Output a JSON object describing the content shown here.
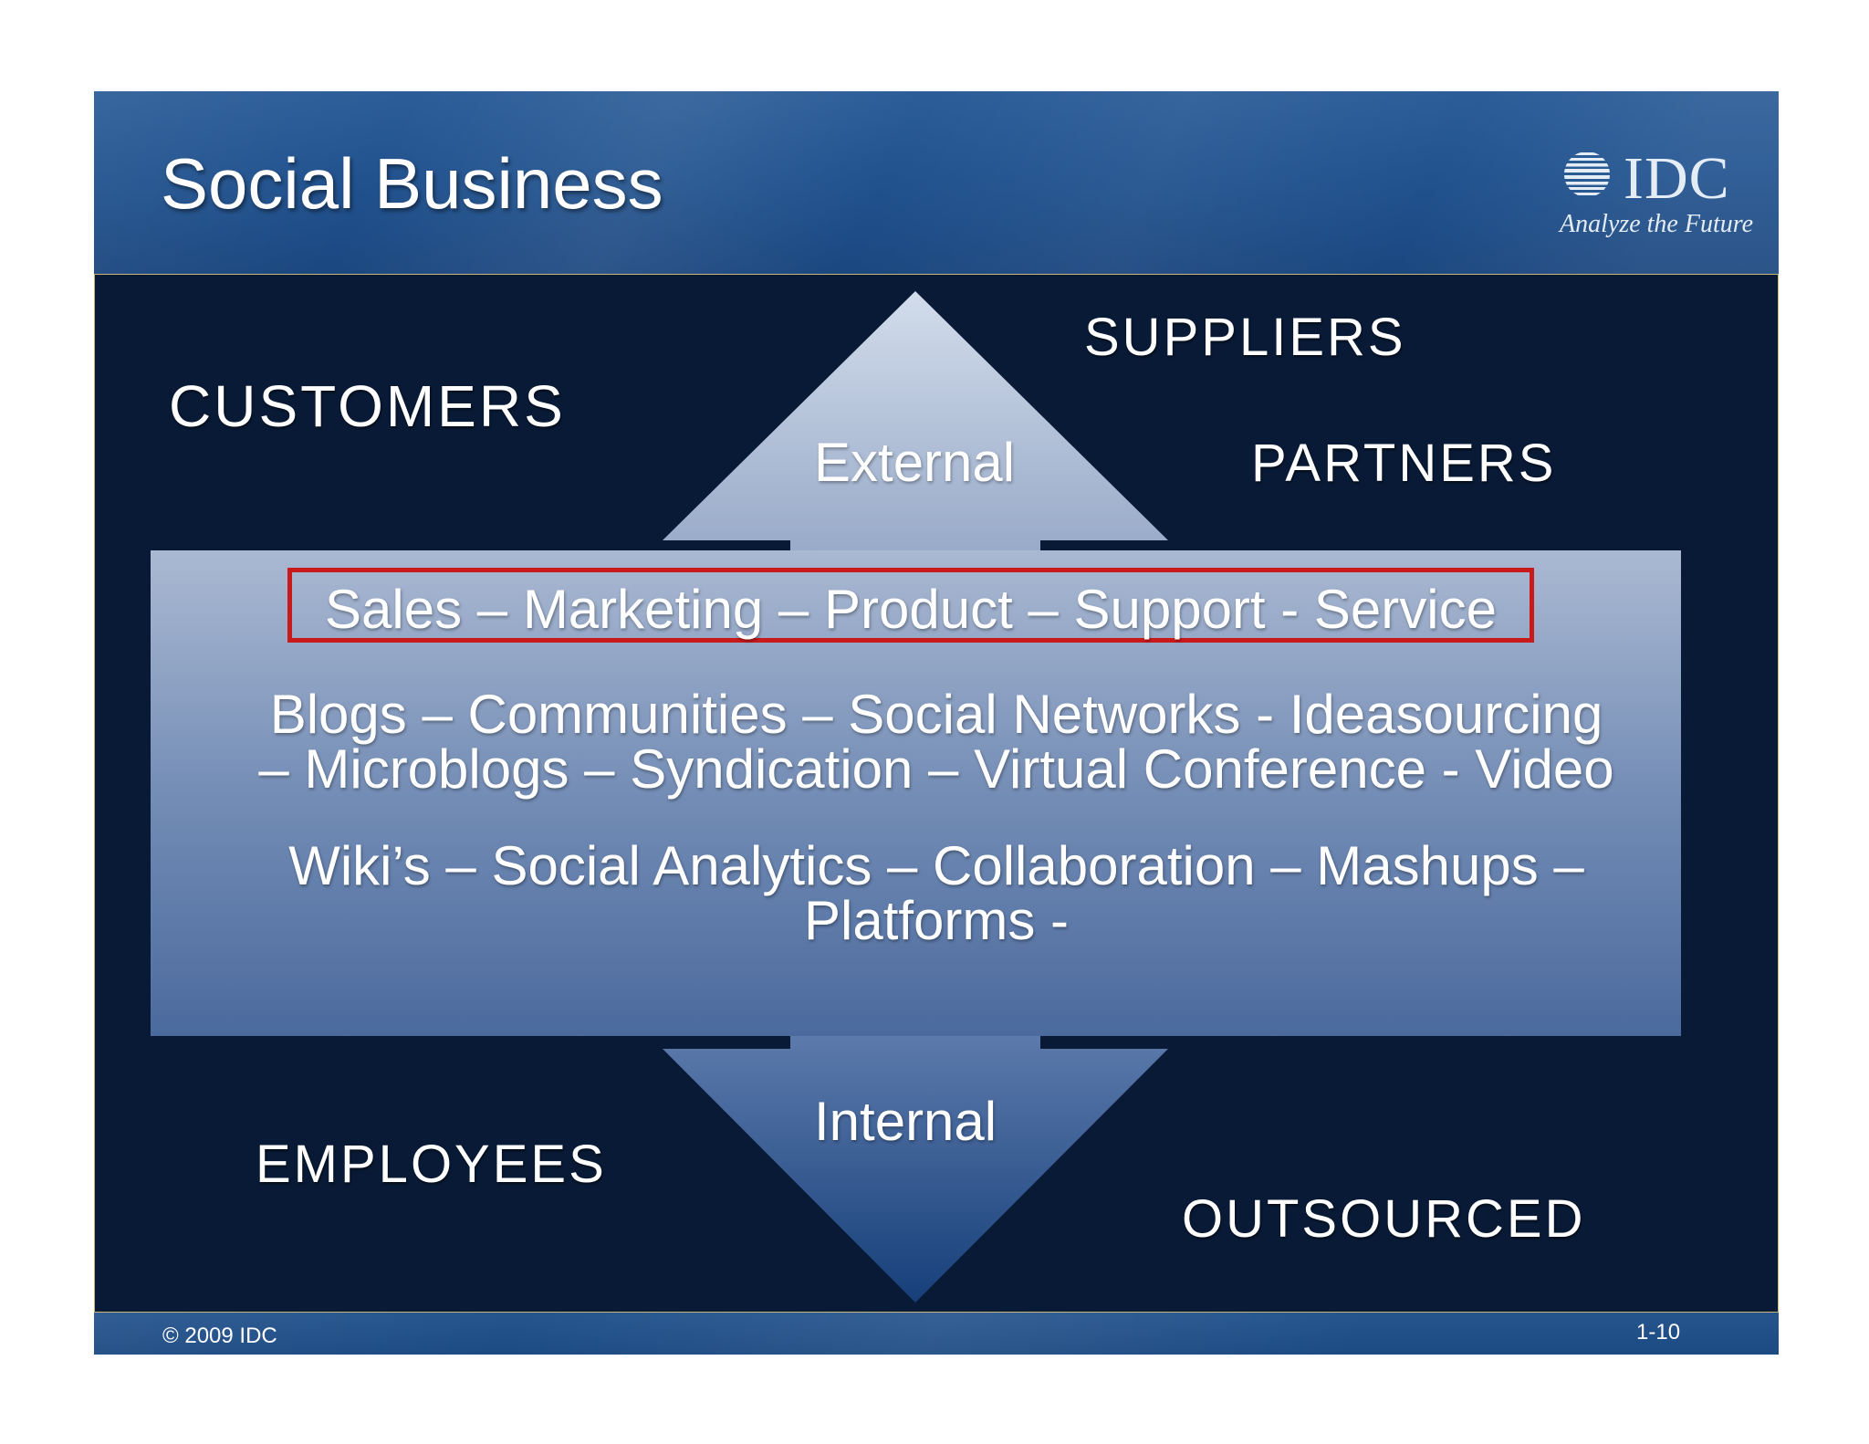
{
  "slide": {
    "title": "Social Business",
    "logo": {
      "wordmark": "IDC",
      "tagline": "Analyze the Future"
    },
    "footer": {
      "copyright": "© 2009 IDC",
      "page_number": "1-10"
    }
  },
  "diagram": {
    "arrow_up_label": "External",
    "arrow_down_label": "Internal",
    "external_stakeholders": {
      "customers": "CUSTOMERS",
      "suppliers": "SUPPLIERS",
      "partners": "PARTNERS"
    },
    "internal_stakeholders": {
      "employees": "EMPLOYEES",
      "outsourced": "OUTSOURCED"
    },
    "business_functions": "Sales – Marketing – Product – Support - Service",
    "social_tools": {
      "line1": "Blogs – Communities – Social Networks - Ideasourcing",
      "line2": "– Microblogs – Syndication – Virtual Conference - Video",
      "line3": "Wiki’s – Social Analytics – Collaboration – Mashups –",
      "line4": "Platforms -"
    },
    "colors": {
      "background": "#081a35",
      "highlight_border": "#c8191b",
      "arrow_light": "#b9c7dd",
      "arrow_dark": "#1d4a85"
    }
  }
}
